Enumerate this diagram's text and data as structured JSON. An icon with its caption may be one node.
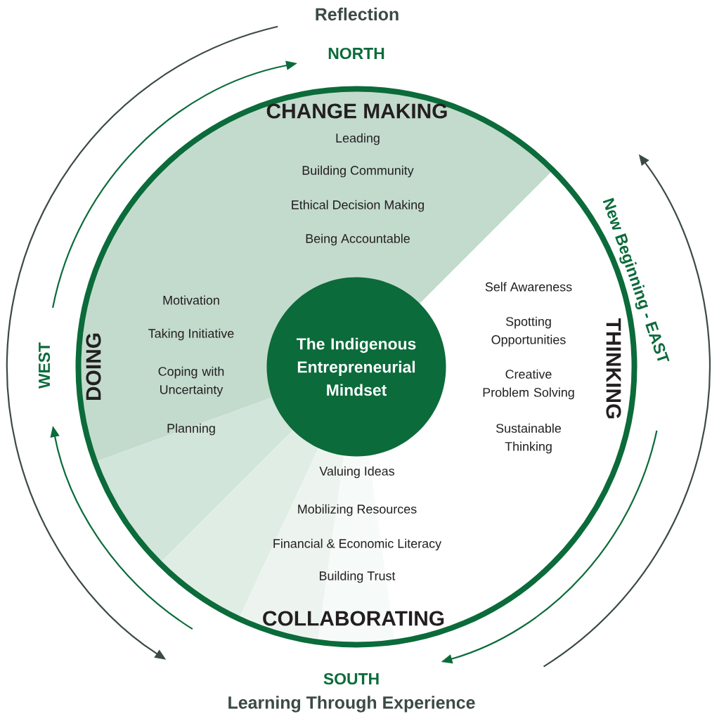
{
  "diagram": {
    "nodes": [
      {
        "text": [],
        "shape": "circle"
      },
      {
        "text": [
          "The Indigenous Entrepreneurial Mindset"
        ],
        "in": 0
      }
    ],
    "labels": [
      "Reflection",
      "NORTH",
      "CHANGE MAKING",
      "Leading",
      "Building Community",
      "Ethical Decision Making",
      "Being Accountable",
      "New Beginning - EAST",
      "Self Awareness",
      "Spotting Opportunities",
      "Creative Problem Solving",
      "Sustainable Thinking",
      "THINKING",
      "WEST",
      "DOING",
      "Motivation",
      "Taking Initiative",
      "Coping with Uncertainty",
      "Planning",
      "Valuing Ideas",
      "Mobilizing Resources",
      "Financial & Economic Literacy",
      "Building Trust",
      "COLLABORATING",
      "SOUTH",
      "Learning Through Experience"
    ]
  }
}
